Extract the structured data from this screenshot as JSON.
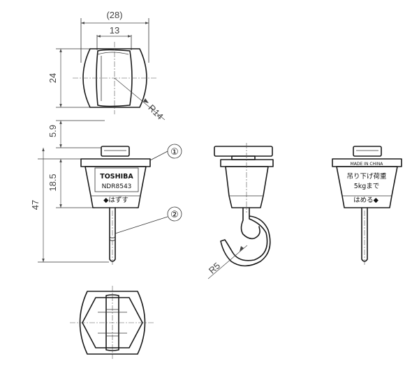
{
  "dimensions": {
    "top_width": "(28)",
    "top_inner_width": "13",
    "top_height": "24",
    "top_radius": "R14",
    "head_height": "5.9",
    "body_height": "18.5",
    "overall_height": "47",
    "hook_radius": "R5"
  },
  "callouts": {
    "part_1": "①",
    "part_2": "②"
  },
  "front_view": {
    "brand": "TOSHIBA",
    "model": "NDR8543",
    "arrow_text": "◆はずす"
  },
  "back_view": {
    "origin": "MADE IN CHINA",
    "load_line1": "吊り下げ荷重",
    "load_line2": "5kgまで",
    "arrow_text": "はめる◆"
  }
}
